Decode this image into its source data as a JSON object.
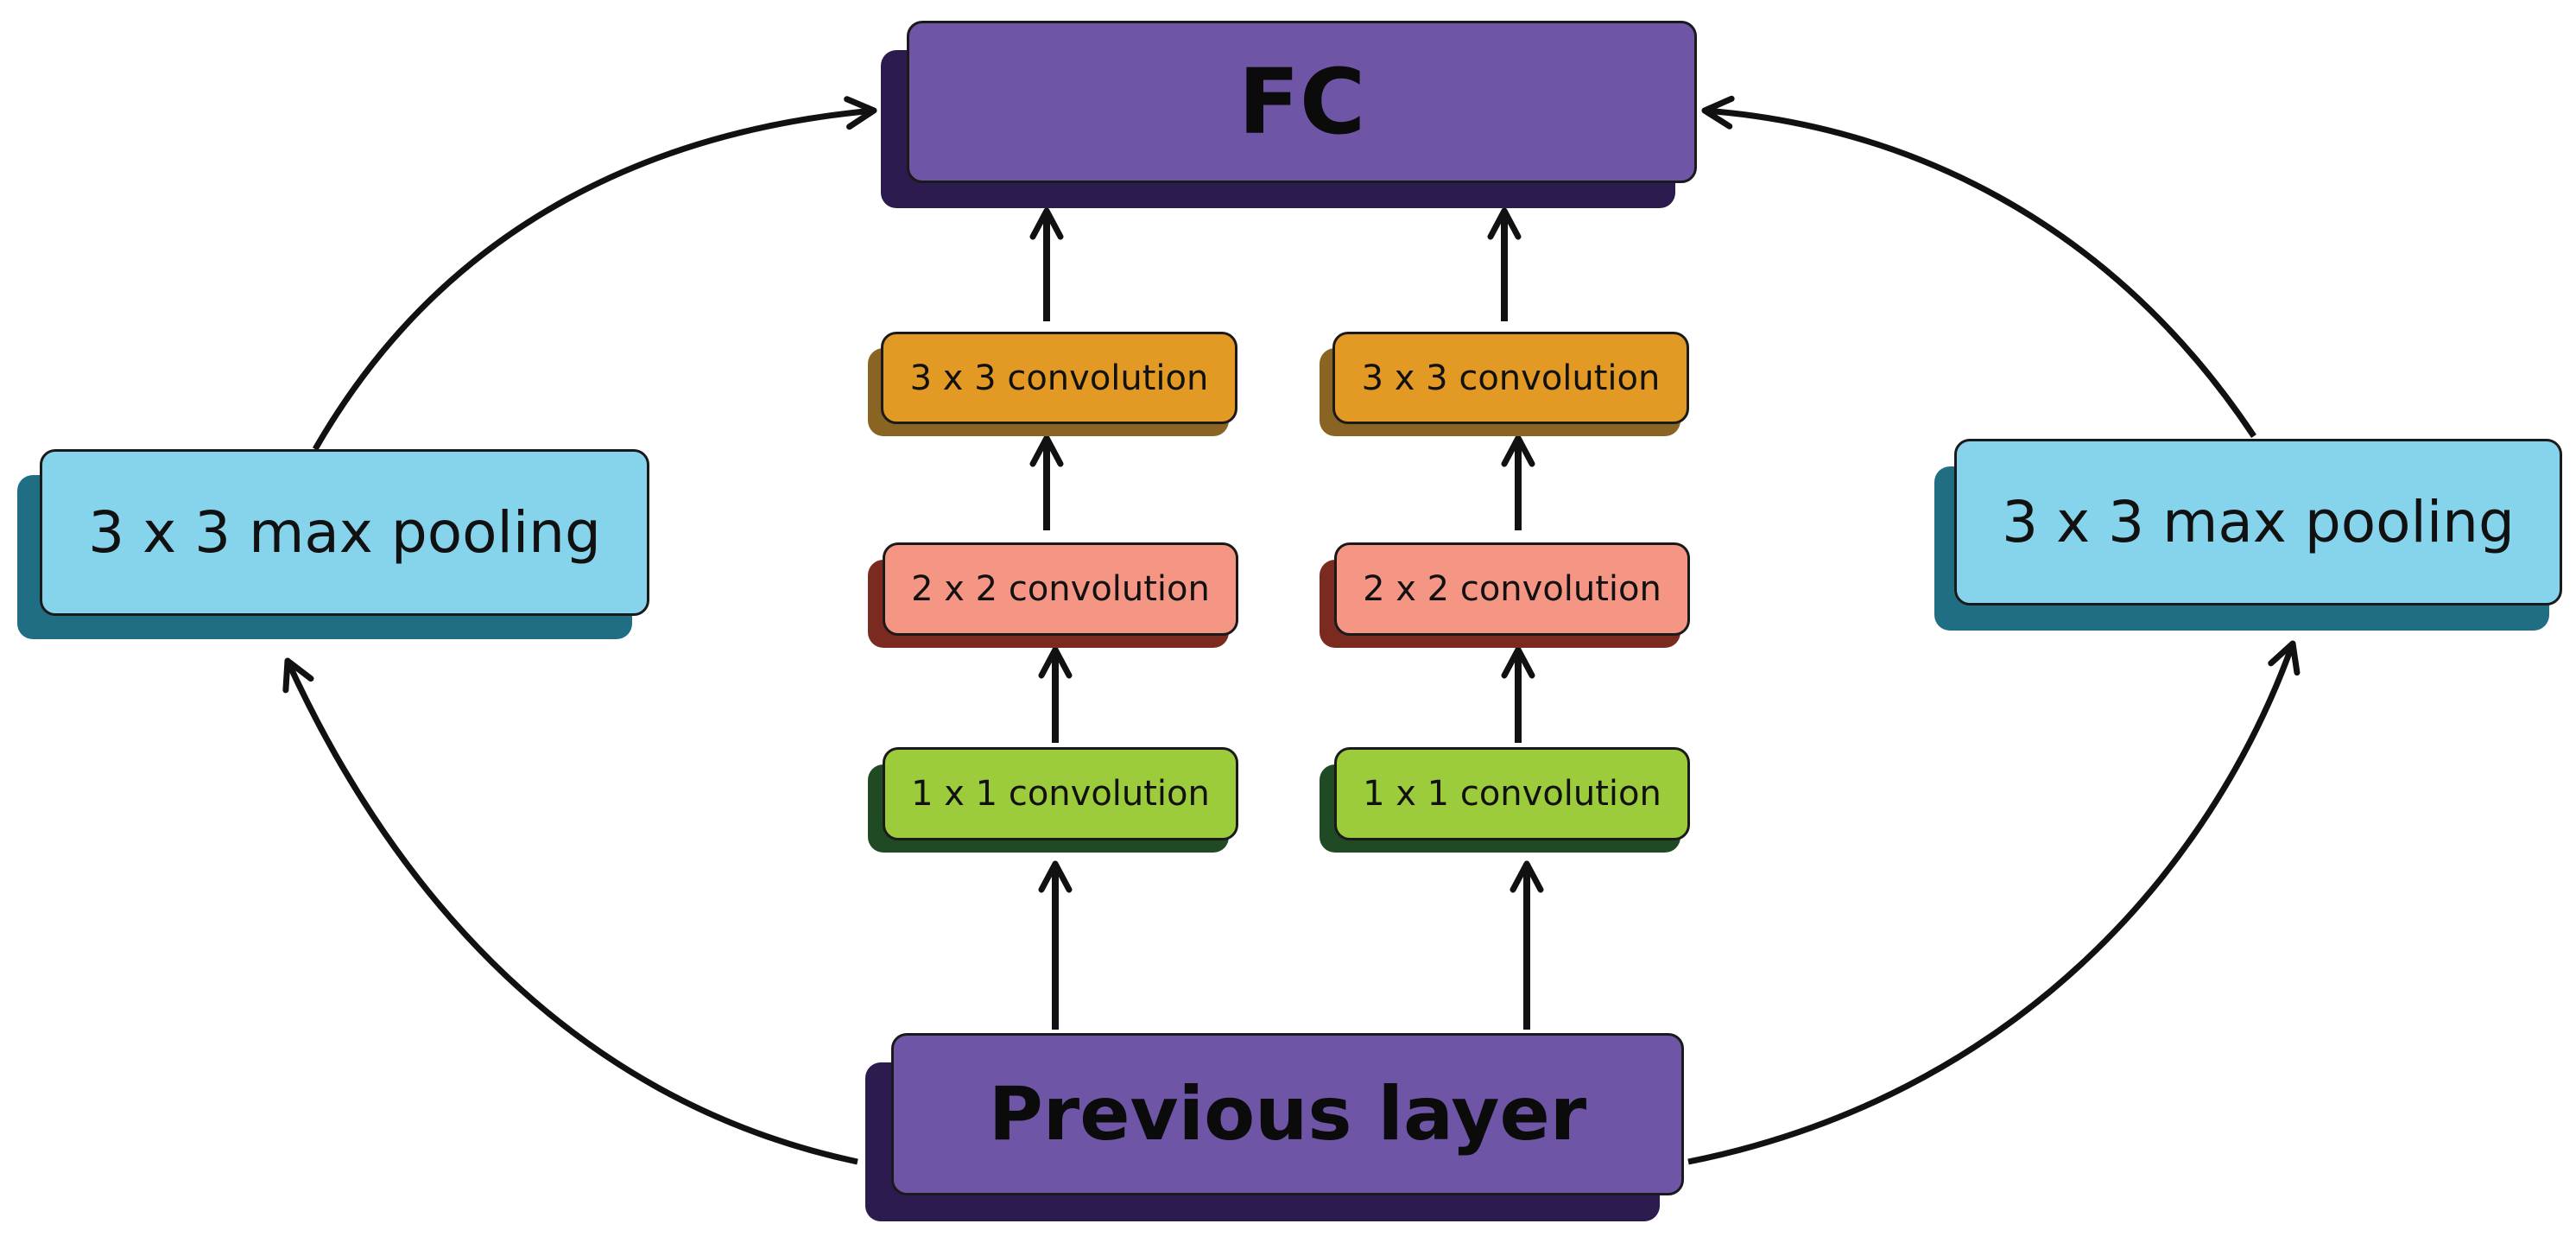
{
  "diagram": {
    "top_node": {
      "label": "FC"
    },
    "bottom_node": {
      "label": "Previous layer"
    },
    "pooling_left": {
      "label": "3 x 3 max pooling"
    },
    "pooling_right": {
      "label": "3 x 3 max pooling"
    },
    "branches": [
      {
        "conv1": {
          "label": "1 x 1 convolution"
        },
        "conv2": {
          "label": "2 x 2 convolution"
        },
        "conv3": {
          "label": "3 x 3 convolution"
        }
      },
      {
        "conv1": {
          "label": "1 x 1 convolution"
        },
        "conv2": {
          "label": "2 x 2 convolution"
        },
        "conv3": {
          "label": "3 x 3 convolution"
        }
      }
    ],
    "colors": {
      "node_purple": "#6f55a6",
      "node_purple_shadow": "#2b1b4f",
      "pool_blue": "#86d4ec",
      "pool_blue_shadow": "#1f6e84",
      "conv3_orange": "#e39a24",
      "conv3_orange_shadow": "#8a6422",
      "conv2_salmon": "#f59583",
      "conv2_salmon_shadow": "#7b2a1f",
      "conv1_green": "#9ccb3b",
      "conv1_green_shadow": "#1f4a24",
      "arrow": "#111111"
    }
  }
}
